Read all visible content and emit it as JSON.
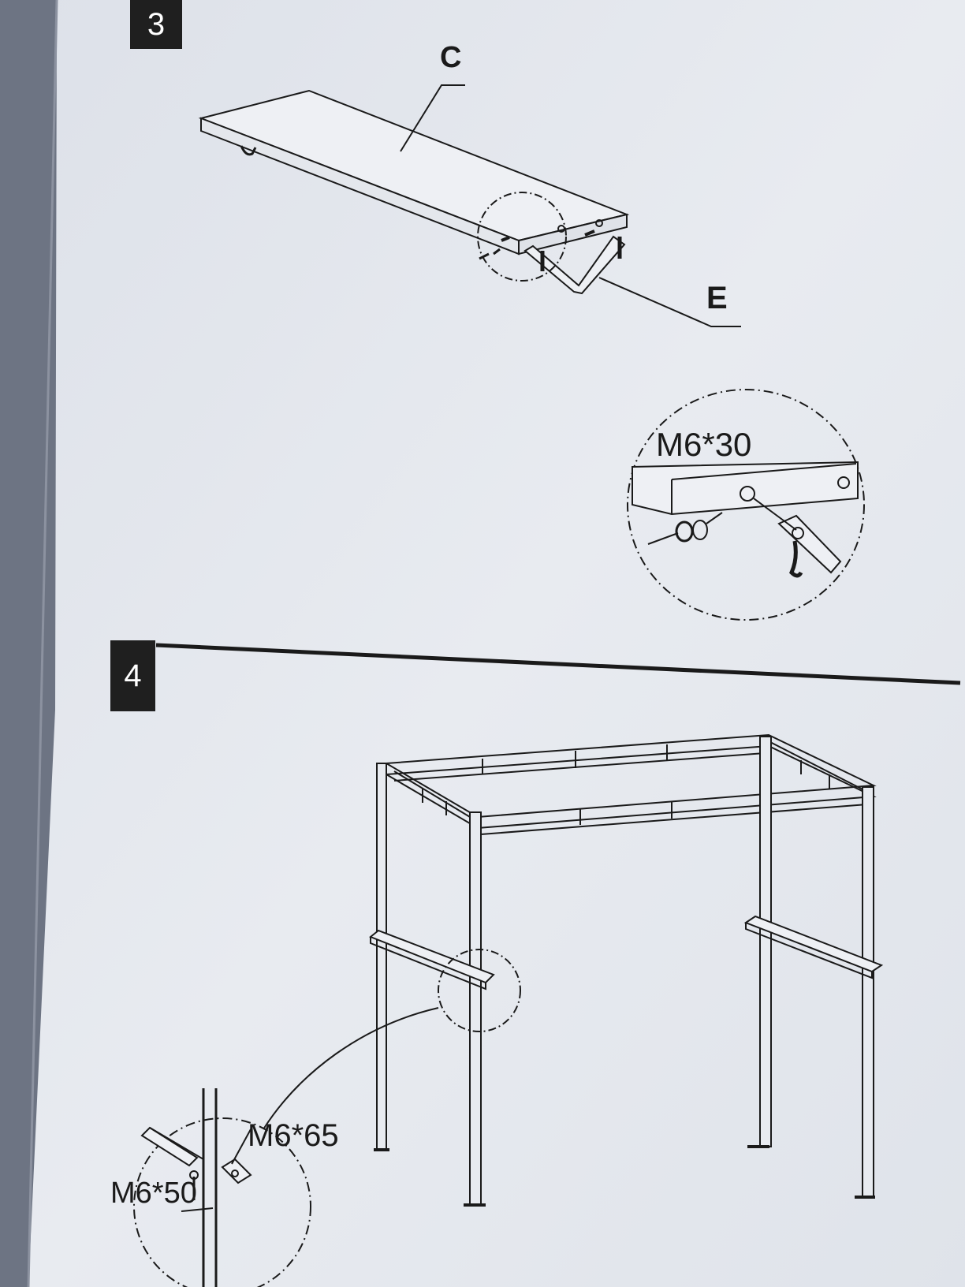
{
  "steps": {
    "step3": {
      "number": "3"
    },
    "step4": {
      "number": "4"
    }
  },
  "parts": {
    "part_c": "C",
    "part_e": "E"
  },
  "fasteners": {
    "bolt_m6x30": "M6*30",
    "bolt_m6x65": "M6*65",
    "bolt_m6x50": "M6*50"
  },
  "colors": {
    "paper": "#e6e9ef",
    "ink": "#1a1a1a",
    "badge": "#1f1f1f",
    "background": "#6d7483"
  }
}
